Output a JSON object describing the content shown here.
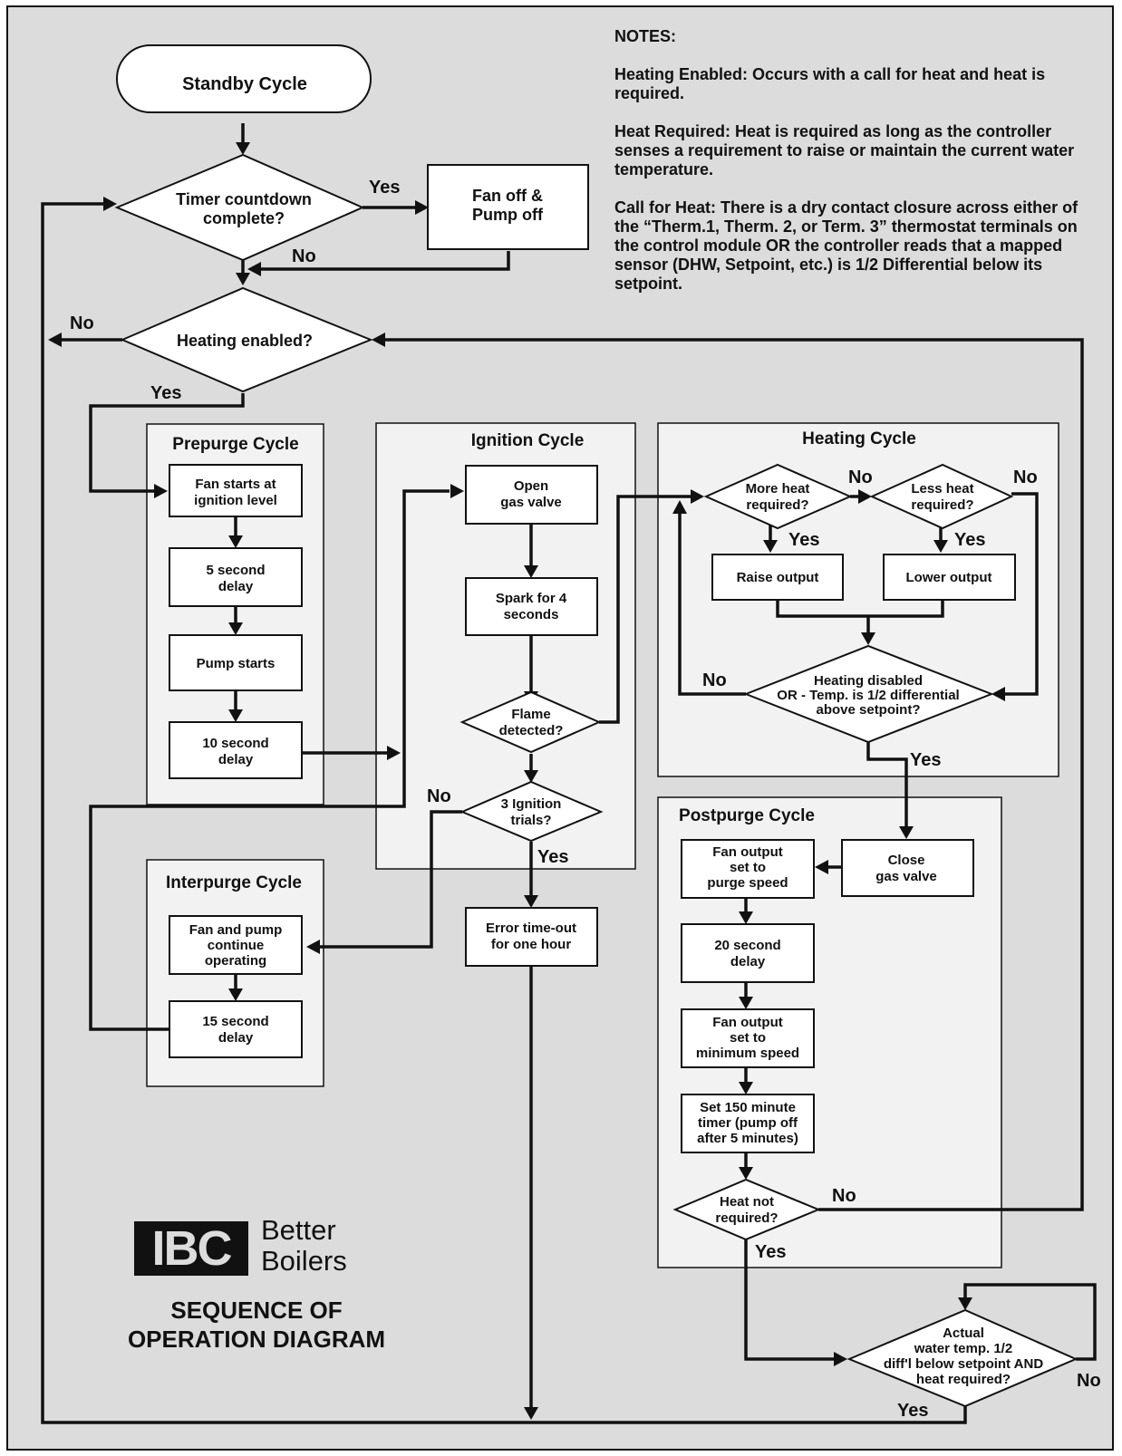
{
  "notes": {
    "heading": "NOTES:",
    "heating_enabled": "Heating Enabled: Occurs with a call for heat and heat is required.",
    "heat_required": "Heat Required: Heat is required as long as the controller senses a requirement to raise or maintain the current water temperature.",
    "call_for_heat": "Call for Heat: There is a dry contact closure across either of the “Therm.1, Therm. 2, or Term. 3” thermostat terminals on the control module OR the controller reads that a mapped sensor (DHW, Setpoint, etc.) is 1/2 Differential below its setpoint."
  },
  "nodes": {
    "standby": "Standby Cycle",
    "timer_l1": "Timer countdown",
    "timer_l2": "complete?",
    "fanoff_l1": "Fan off &",
    "fanoff_l2": "Pump off",
    "heaten": "Heating enabled?",
    "fanstart_l1": "Fan starts at",
    "fanstart_l2": "ignition level",
    "delay5_l1": "5 second",
    "delay5_l2": "delay",
    "pumpstart": "Pump starts",
    "delay10_l1": "10 second",
    "delay10_l2": "delay",
    "opengas_l1": "Open",
    "opengas_l2": "gas valve",
    "spark_l1": "Spark for 4",
    "spark_l2": "seconds",
    "flame_l1": "Flame",
    "flame_l2": "detected?",
    "trials_l1": "3 Ignition",
    "trials_l2": "trials?",
    "error_l1": "Error time-out",
    "error_l2": "for one hour",
    "fanpump_l1": "Fan and pump",
    "fanpump_l2": "continue",
    "fanpump_l3": "operating",
    "delay15_l1": "15 second",
    "delay15_l2": "delay",
    "moreheat_l1": "More heat",
    "moreheat_l2": "required?",
    "lessheat_l1": "Less heat",
    "lessheat_l2": "required?",
    "raise": "Raise output",
    "lower": "Lower output",
    "disabled_l1": "Heating disabled",
    "disabled_l2": "OR - Temp. is 1/2 differential",
    "disabled_l3": "above setpoint?",
    "closegas_l1": "Close",
    "closegas_l2": "gas valve",
    "purge_l1": "Fan output",
    "purge_l2": "set to",
    "purge_l3": "purge speed",
    "delay20_l1": "20 second",
    "delay20_l2": "delay",
    "minspeed_l1": "Fan output",
    "minspeed_l2": "set to",
    "minspeed_l3": "minimum speed",
    "timer150_l1": "Set 150 minute",
    "timer150_l2": "timer (pump off",
    "timer150_l3": "after 5 minutes)",
    "heatnot_l1": "Heat not",
    "heatnot_l2": "required?",
    "actual_l1": "Actual",
    "actual_l2": "water temp. 1/2",
    "actual_l3": "diff'l below setpoint AND",
    "actual_l4": "heat required?"
  },
  "panels": {
    "prepurge": "Prepurge Cycle",
    "ignition": "Ignition Cycle",
    "heating": "Heating Cycle",
    "interpurge": "Interpurge Cycle",
    "postpurge": "Postpurge Cycle"
  },
  "labels": {
    "yes": "Yes",
    "no": "No"
  },
  "logo": {
    "mark": "IBC",
    "line1": "Better",
    "line2": "Boilers"
  },
  "caption": {
    "line1": "SEQUENCE OF",
    "line2": "OPERATION DIAGRAM"
  }
}
